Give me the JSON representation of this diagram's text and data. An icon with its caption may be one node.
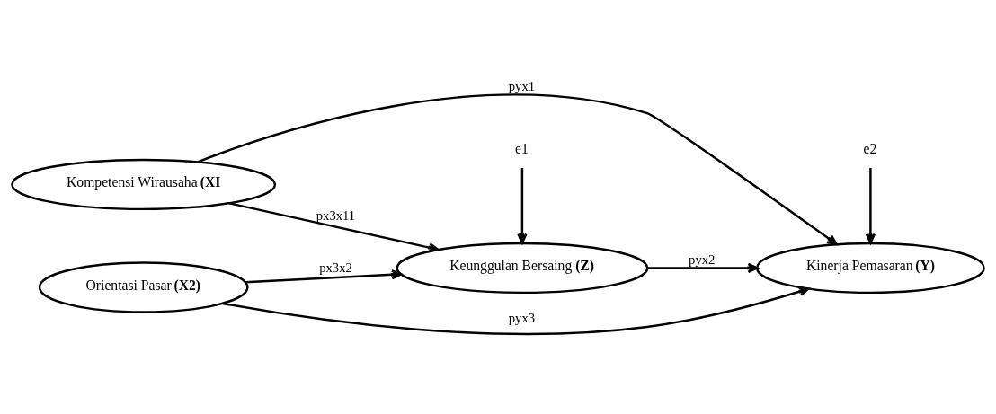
{
  "diagram": {
    "nodes": [
      {
        "text": [
          "Kompetensi Wirausaha **(XI**"
        ]
      },
      {
        "text": [
          "Orientasi Pasar **(X2)**"
        ]
      },
      {
        "text": [
          "Keunggulan Bersaing **(Z)**"
        ]
      },
      {
        "text": [
          "Kinerja Pemasaran **(Y)**"
        ]
      },
      {
        "text": [
          "e1"
        ]
      },
      {
        "text": [
          "e2"
        ]
      }
    ],
    "edges": [
      {
        "from": 0,
        "to": 3,
        "arrow": "to",
        "label": "pyx1"
      },
      {
        "from": 0,
        "to": 2,
        "arrow": "to",
        "label": "px3x11"
      },
      {
        "from": 1,
        "to": 2,
        "arrow": "to",
        "label": "px3x2"
      },
      {
        "from": 2,
        "to": 3,
        "arrow": "to",
        "label": "pyx2"
      },
      {
        "from": 1,
        "to": 3,
        "arrow": "to",
        "label": "pyx3"
      },
      {
        "from": 4,
        "to": 2,
        "arrow": "to"
      },
      {
        "from": 5,
        "to": 3,
        "arrow": "to"
      }
    ]
  }
}
